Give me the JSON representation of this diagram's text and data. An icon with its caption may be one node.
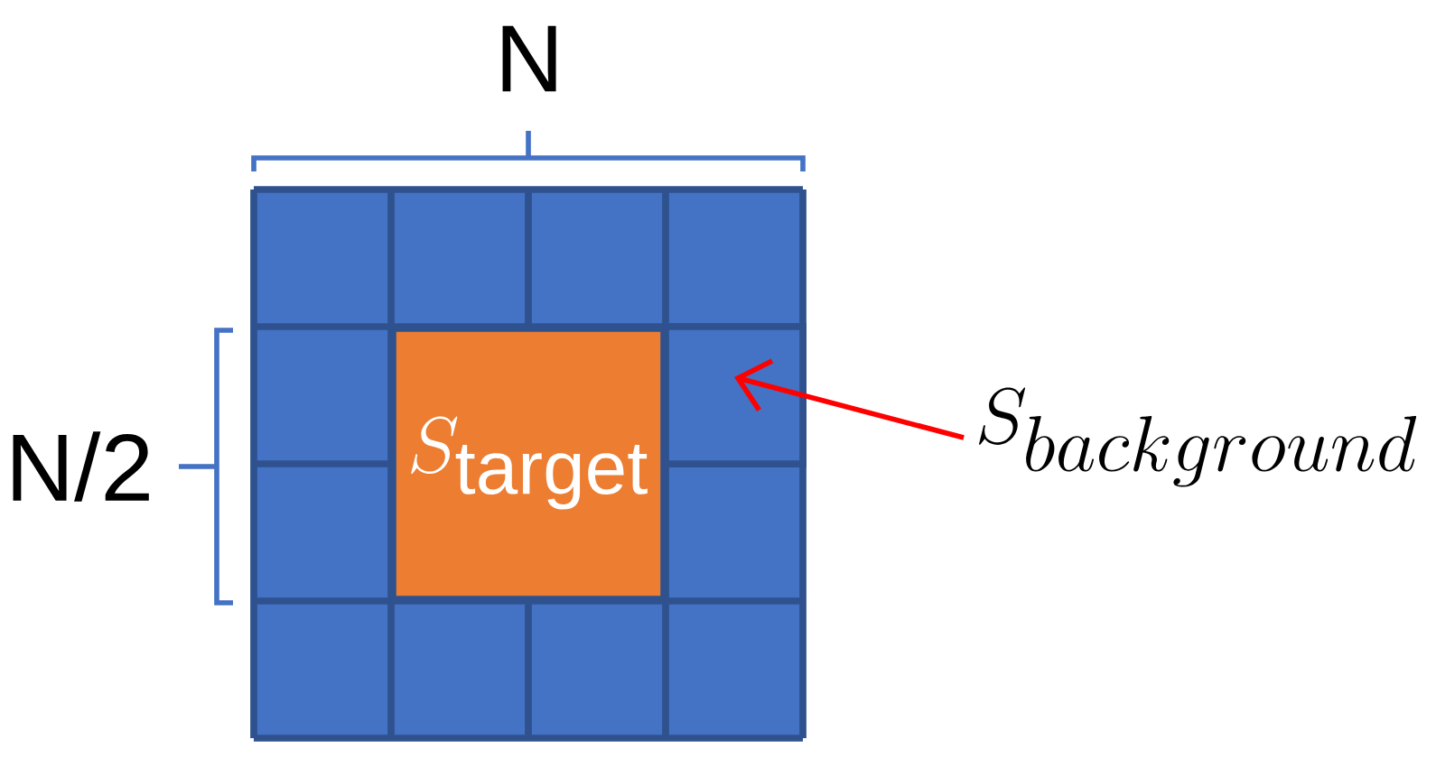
{
  "diagram": {
    "nodes": [
      {
        "text": [
          "S_{\\mathrm{target}}"
        ]
      },
      {
        "text": [
          "S_{background}"
        ]
      },
      {
        "text": [],
        "shape": "box"
      }
    ],
    "edges": [
      {
        "from": 1,
        "to": 2,
        "arrow": "to",
        "color": "#ff0000"
      }
    ],
    "labels": [
      "N",
      "N/2"
    ]
  }
}
